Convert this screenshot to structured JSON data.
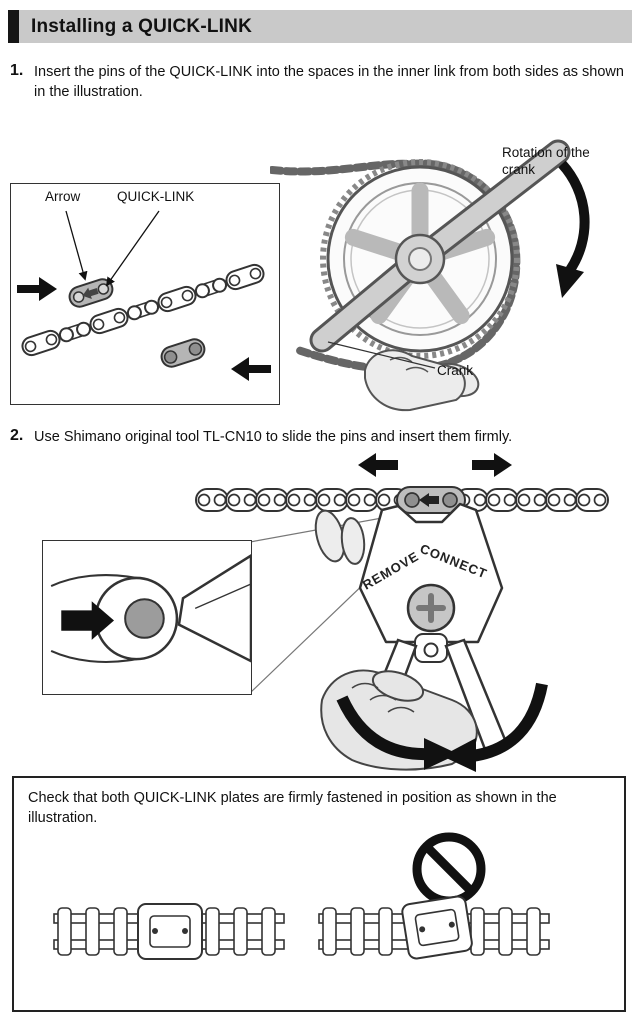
{
  "page": {
    "title": "Installing a QUICK-LINK"
  },
  "steps": [
    {
      "number": "1.",
      "text": "Insert the pins of the QUICK-LINK into the spaces in the inner link from both sides as shown in the illustration."
    },
    {
      "number": "2.",
      "text": "Use Shimano original tool TL-CN10 to slide the pins and insert them firmly."
    }
  ],
  "figure1": {
    "arrow_label": "Arrow",
    "quick_link_label": "QUICK-LINK",
    "rotation_label": "Rotation of the crank",
    "crank_label": "Crank"
  },
  "figure2": {
    "remove_label": "REMOVE",
    "connect_label": "CONNECT"
  },
  "note": {
    "text": "Check that both QUICK-LINK plates are firmly fastened in position as shown in the illustration."
  }
}
